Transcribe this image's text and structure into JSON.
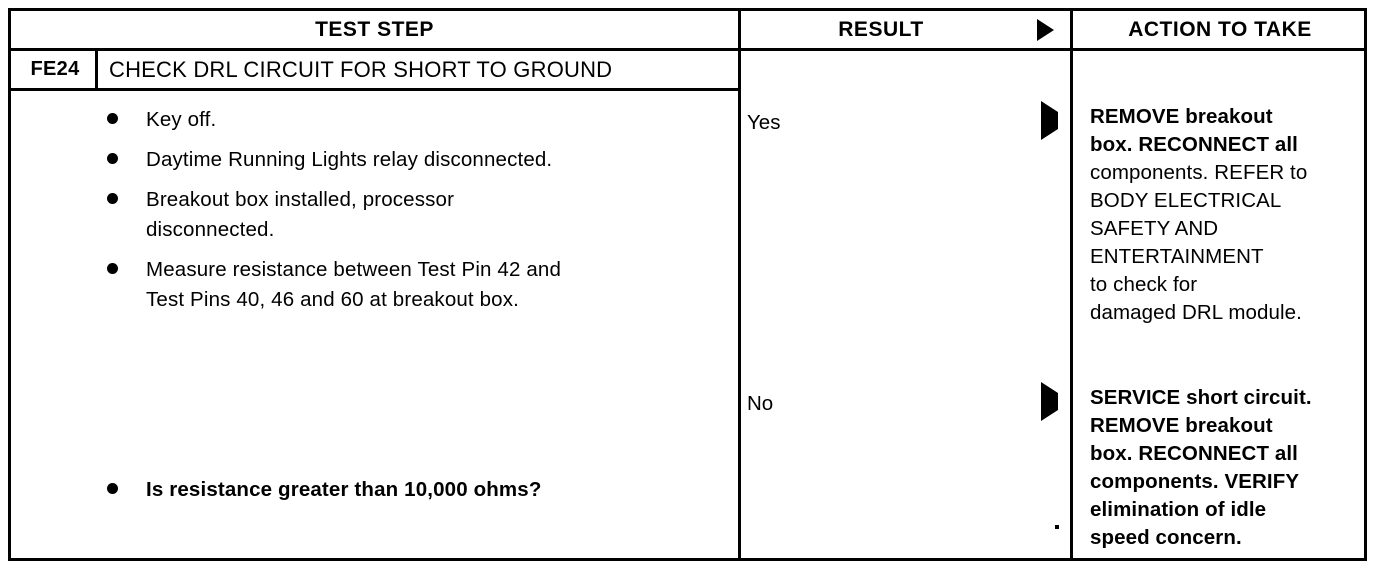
{
  "document": {
    "type": "diagnostic-pinpoint-test-table"
  },
  "header": {
    "test_step": "TEST STEP",
    "result": "RESULT",
    "arrow_icon": "right-triangle-icon",
    "action_to_take": "ACTION TO TAKE"
  },
  "test_step": {
    "code": "FE24",
    "title": "CHECK DRL CIRCUIT FOR SHORT TO GROUND",
    "bullets": [
      {
        "text": "Key off.",
        "bold": false
      },
      {
        "text": "Daytime Running Lights relay disconnected.",
        "bold": false
      },
      {
        "text": "Breakout box installed, processor\ndisconnected.",
        "bold": false
      },
      {
        "text": "Measure resistance between Test Pin 42 and\nTest Pins 40, 46 and 60 at breakout box.",
        "bold": false
      },
      {
        "text": "Is resistance greater than 10,000 ohms?",
        "bold": true
      }
    ]
  },
  "branches": [
    {
      "result": "Yes",
      "arrow_icon": "right-triangle-icon",
      "action_lines": [
        {
          "text": "REMOVE breakout",
          "bold": true
        },
        {
          "text": "box. RECONNECT all",
          "bold": true
        },
        {
          "text": "components. REFER to",
          "bold": false
        },
        {
          "text": "BODY ELECTRICAL",
          "bold": false
        },
        {
          "text": "SAFETY AND",
          "bold": false
        },
        {
          "text": "ENTERTAINMENT",
          "bold": false
        },
        {
          "text": "to check for",
          "bold": false
        },
        {
          "text": "damaged DRL module.",
          "bold": false
        }
      ]
    },
    {
      "result": "No",
      "arrow_icon": "right-triangle-icon",
      "action_lines": [
        {
          "text": "SERVICE short circuit.",
          "bold": true
        },
        {
          "text": "REMOVE breakout",
          "bold": true
        },
        {
          "text": "box. RECONNECT all",
          "bold": true
        },
        {
          "text": "components. VERIFY",
          "bold": true
        },
        {
          "text": "elimination of idle",
          "bold": true
        },
        {
          "text": "speed concern.",
          "bold": true
        }
      ]
    }
  ],
  "colors": {
    "ink": "#000000",
    "paper": "#ffffff"
  }
}
